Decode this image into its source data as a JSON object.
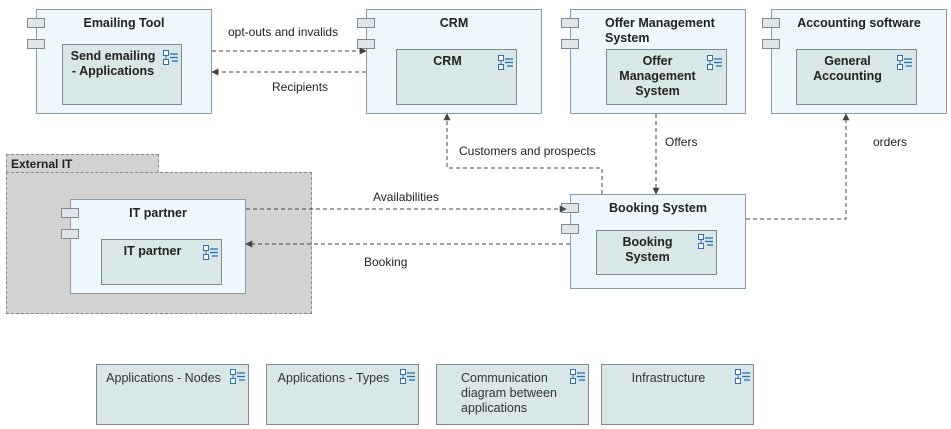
{
  "components": {
    "emailing": {
      "title": "Emailing Tool",
      "app": "Send emailing - Applications"
    },
    "crm": {
      "title": "CRM",
      "app": "CRM"
    },
    "offer": {
      "title": "Offer Management System",
      "app": "Offer Management System"
    },
    "accounting": {
      "title": "Accounting software",
      "app": "General Accounting"
    },
    "itpartner": {
      "title": "IT partner",
      "app": "IT partner"
    },
    "booking": {
      "title": "Booking System",
      "app": "Booking System"
    }
  },
  "group": {
    "title": "External IT"
  },
  "flows": {
    "optouts": "opt-outs and invalids",
    "recipients": "Recipients",
    "customers": "Customers and prospects",
    "offers": "Offers",
    "orders": "orders",
    "availabilities": "Availabilities",
    "booking": "Booking"
  },
  "diagram_refs": [
    "Applications - Nodes",
    "Applications - Types",
    "Communication diagram between applications",
    "Infrastructure"
  ],
  "colors": {
    "component_fill": "#eef7fc",
    "application_fill": "#d9e7e6",
    "group_fill": "#d2d2d2",
    "icon_blue": "#2a6fb8"
  }
}
